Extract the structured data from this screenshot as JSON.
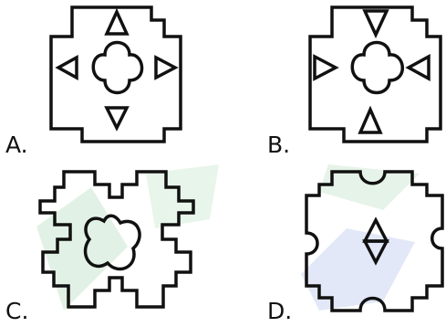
{
  "options": [
    {
      "label": "A."
    },
    {
      "label": "B."
    },
    {
      "label": "C."
    },
    {
      "label": "D."
    }
  ],
  "colors": {
    "stroke": "#111111",
    "watermark_green": "#dff0e2",
    "watermark_blue": "#dfe6f6"
  }
}
